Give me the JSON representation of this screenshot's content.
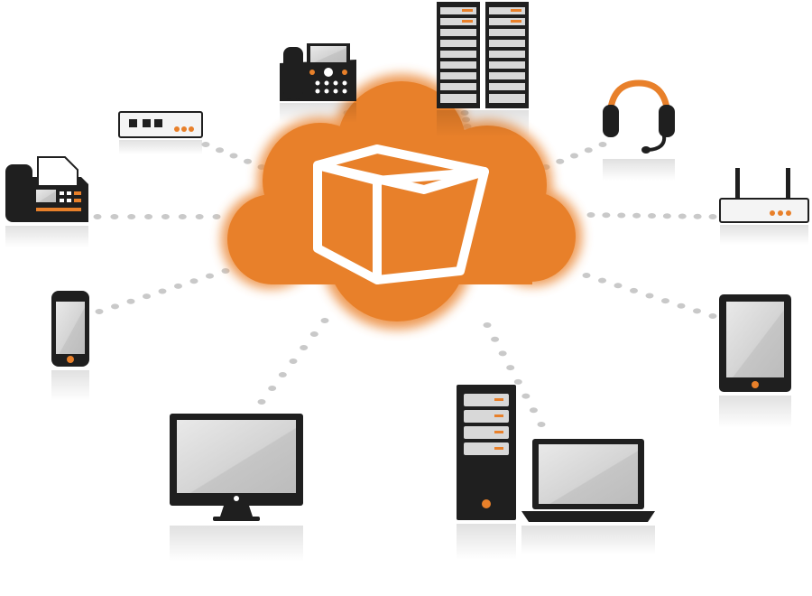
{
  "diagram": {
    "center": {
      "icon": "cloud-box-icon"
    },
    "devices": [
      {
        "id": "server-rack",
        "icon": "server-rack-icon"
      },
      {
        "id": "desk-phone",
        "icon": "desk-phone-icon"
      },
      {
        "id": "modem",
        "icon": "modem-icon"
      },
      {
        "id": "fax-machine",
        "icon": "fax-machine-icon"
      },
      {
        "id": "headset",
        "icon": "headset-icon"
      },
      {
        "id": "router",
        "icon": "router-icon"
      },
      {
        "id": "smartphone",
        "icon": "smartphone-icon"
      },
      {
        "id": "tablet",
        "icon": "tablet-icon"
      },
      {
        "id": "desktop-monitor",
        "icon": "monitor-icon"
      },
      {
        "id": "tower-pc",
        "icon": "tower-pc-icon"
      },
      {
        "id": "laptop",
        "icon": "laptop-icon"
      }
    ]
  },
  "colors": {
    "accent": "#e8802a",
    "device_body": "#1f1f1f",
    "screen": "#cfcfcf",
    "connector_dot": "#c9c9c9",
    "background": "#ffffff"
  }
}
